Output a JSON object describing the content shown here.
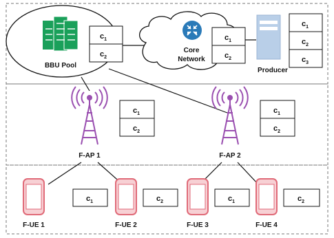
{
  "nodes": {
    "bbu_pool": "BBU Pool",
    "core_network_line1": "Core",
    "core_network_line2": "Network",
    "producer": "Producer",
    "fap1": "F-AP 1",
    "fap2": "F-AP 2",
    "fue1": "F-UE 1",
    "fue2": "F-UE 2",
    "fue3": "F-UE 3",
    "fue4": "F-UE 4"
  },
  "caches": {
    "bbu": [
      "c1",
      "c2"
    ],
    "core": [
      "c1",
      "c2"
    ],
    "producer": [
      "c1",
      "c2",
      "c3"
    ],
    "fap1": [
      "c1",
      "c2"
    ],
    "fap2": [
      "c1",
      "c2"
    ],
    "fue1": [
      "c1"
    ],
    "fue2": [
      "c2"
    ],
    "fue3": [
      "c1"
    ],
    "fue4": [
      "c2"
    ]
  },
  "colors": {
    "server_green": "#1aa05a",
    "router_blue": "#2a7ab8",
    "producer_blue": "#b9cfe8",
    "antenna_purple": "#9a4fb0",
    "phone_pink": "#e06a78",
    "phone_fill": "#f7d0d4"
  },
  "icons": {
    "server": "server-rack-icon",
    "router": "router-icon",
    "producer": "server-tower-icon",
    "antenna": "cell-tower-icon",
    "phone": "smartphone-icon"
  }
}
